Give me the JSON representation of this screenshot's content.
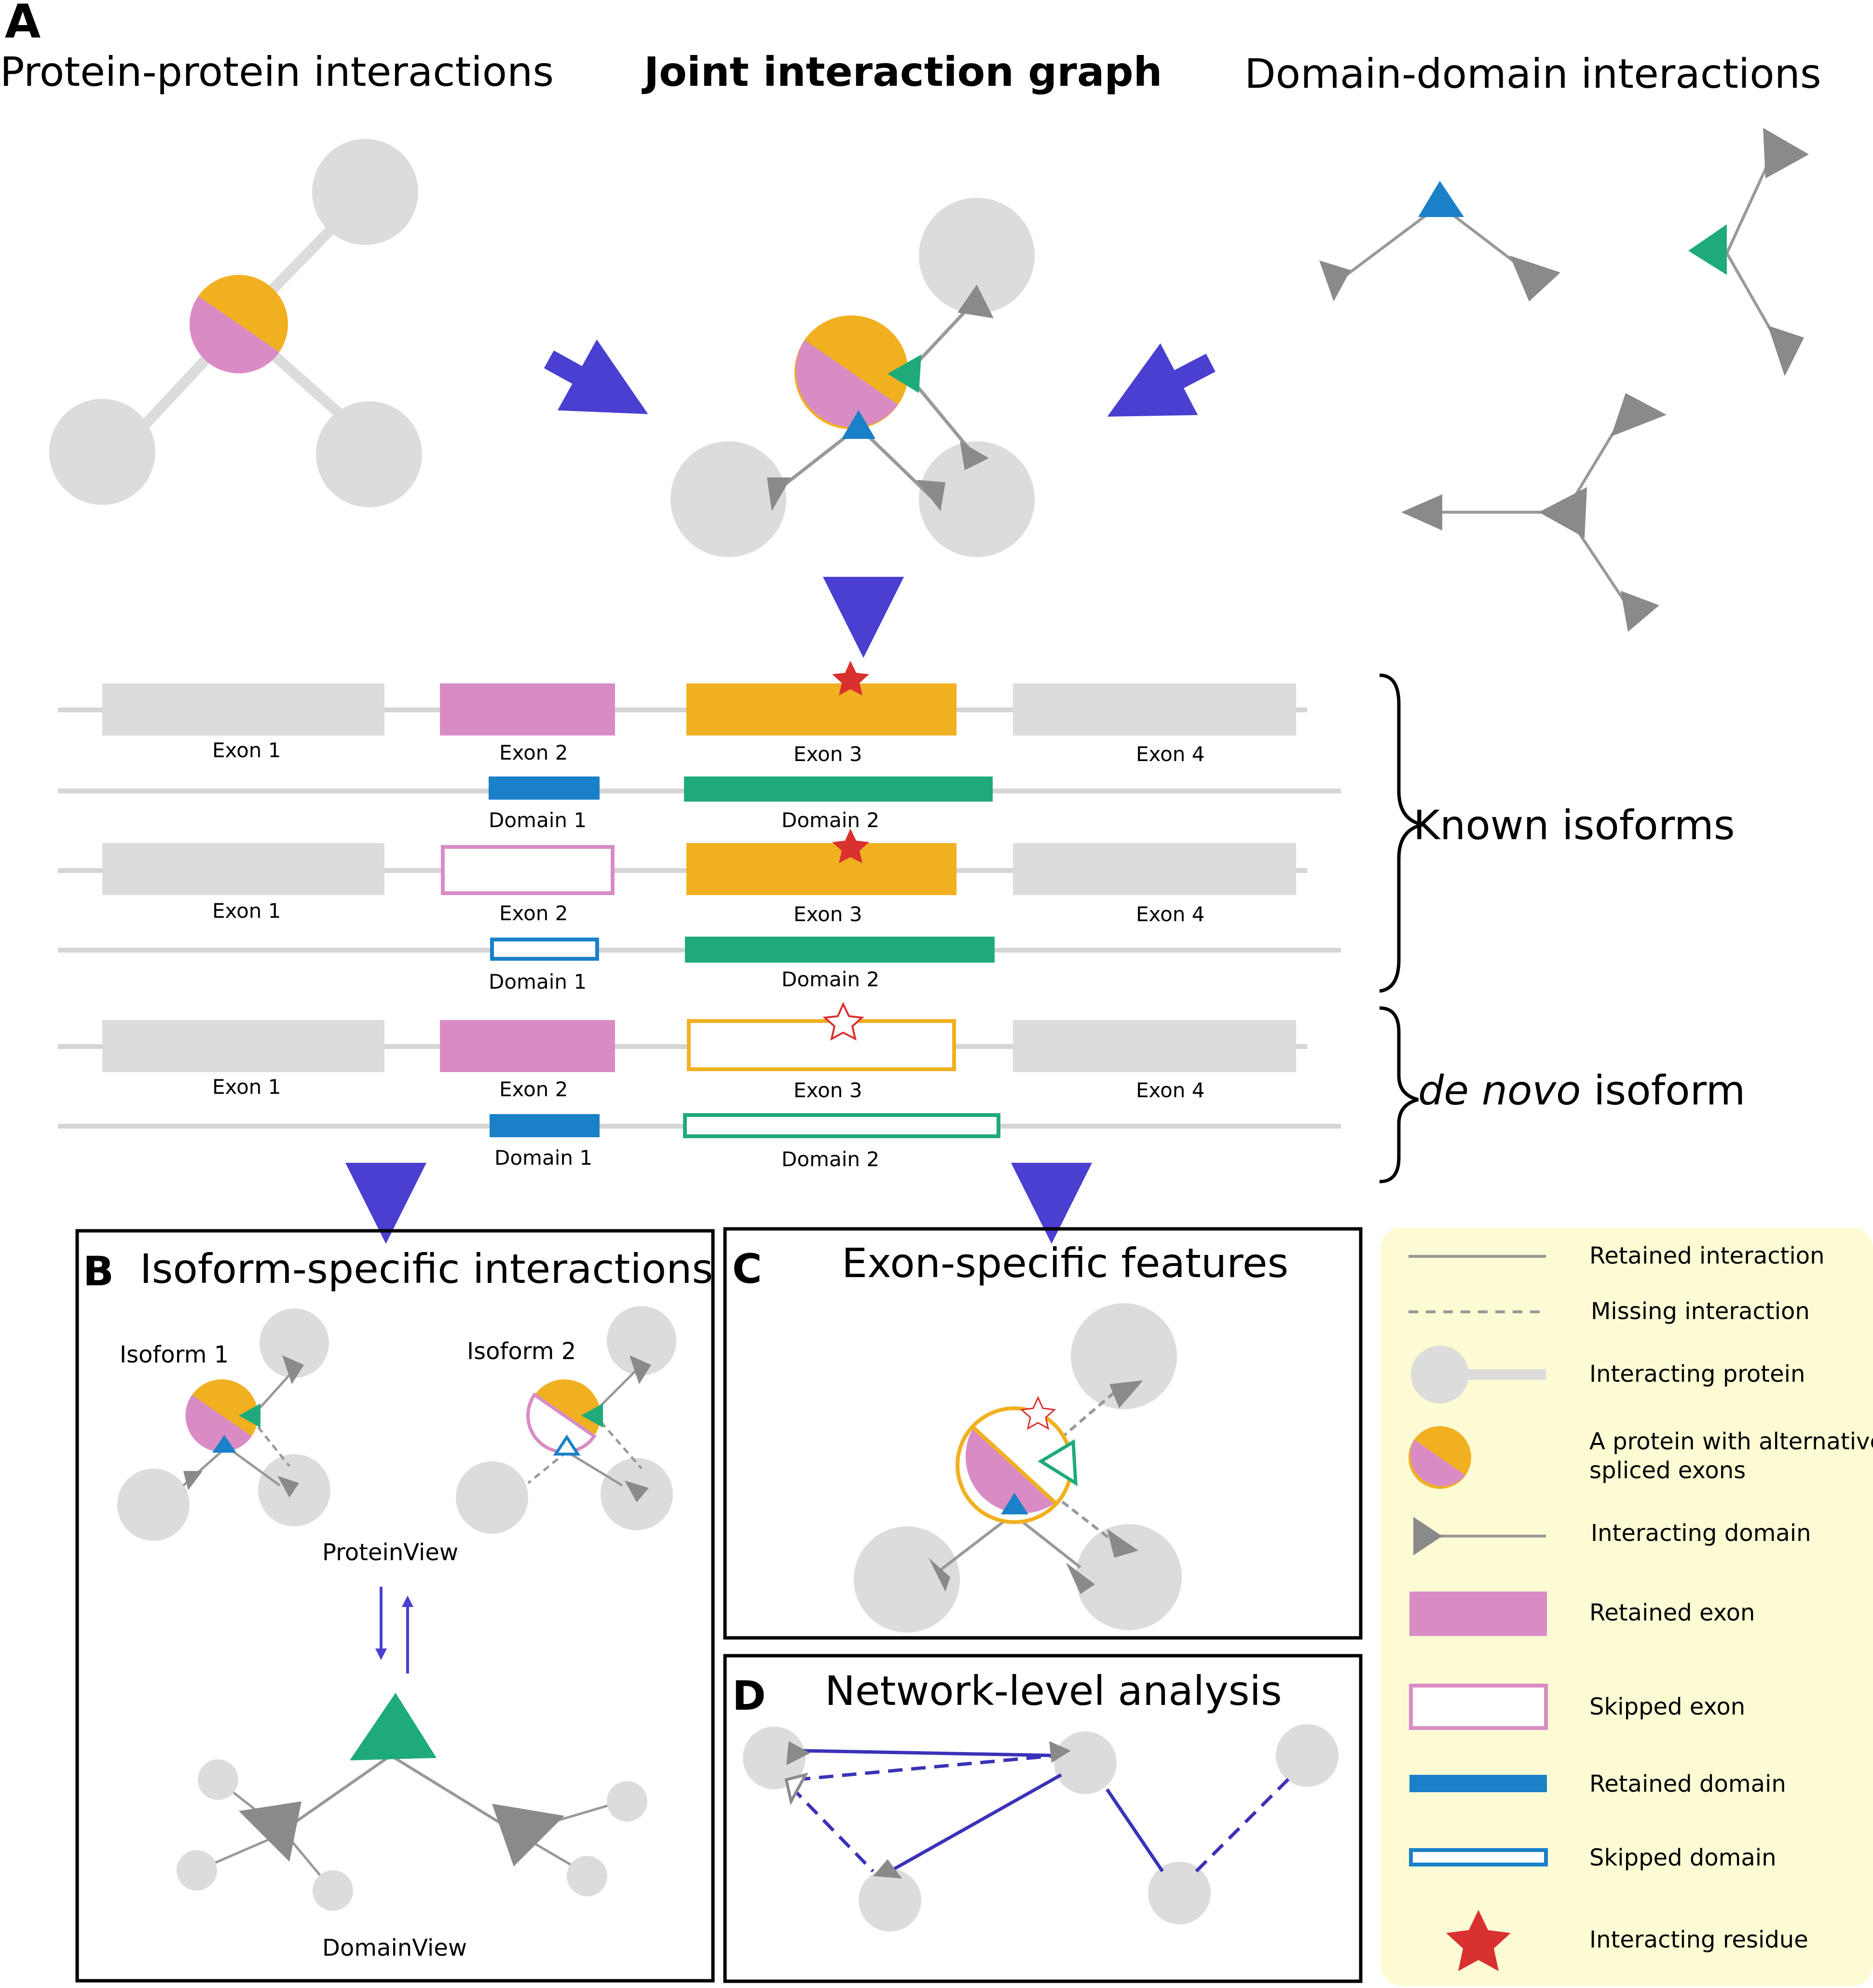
{
  "panel_a": {
    "letter": "A",
    "ppi_title": "Protein-protein interactions",
    "joint_title": "Joint interaction graph",
    "ddi_title": "Domain-domain interactions"
  },
  "isoforms": {
    "exon1": "Exon 1",
    "exon2": "Exon 2",
    "exon3": "Exon 3",
    "exon4": "Exon 4",
    "domain1": "Domain 1",
    "domain2": "Domain 2",
    "known_label": "Known isoforms",
    "denovo_italic": "de novo",
    "denovo_rest": " isoform"
  },
  "panel_b": {
    "letter": "B",
    "title": "Isoform-specific interactions",
    "isoform1": "Isoform 1",
    "isoform2": "Isoform 2",
    "protein_view": "ProteinView",
    "domain_view": "DomainView"
  },
  "panel_c": {
    "letter": "C",
    "title": "Exon-specific features"
  },
  "panel_d": {
    "letter": "D",
    "title": "Network-level analysis"
  },
  "legend": {
    "retained_interaction": "Retained interaction",
    "missing_interaction": "Missing interaction",
    "interacting_protein": "Interacting protein",
    "alt_protein_line1": "A protein with alternative",
    "alt_protein_line2": "spliced exons",
    "interacting_domain": "Interacting domain",
    "retained_exon": "Retained exon",
    "skipped_exon": "Skipped exon",
    "retained_domain": "Retained domain",
    "skipped_domain": "Skipped domain",
    "interacting_residue": "Interacting residue"
  },
  "colors": {
    "protein_grey": "#dcdcdc",
    "exon_pink": "#d98cc4",
    "exon_orange": "#f0b020",
    "domain_blue": "#1a80c8",
    "domain_green": "#1faa7a",
    "arrow_blue": "#4a3fd0",
    "network_blue": "#3a32b8",
    "legend_bg": "#fdfbd4",
    "star_red": "#d93030"
  }
}
